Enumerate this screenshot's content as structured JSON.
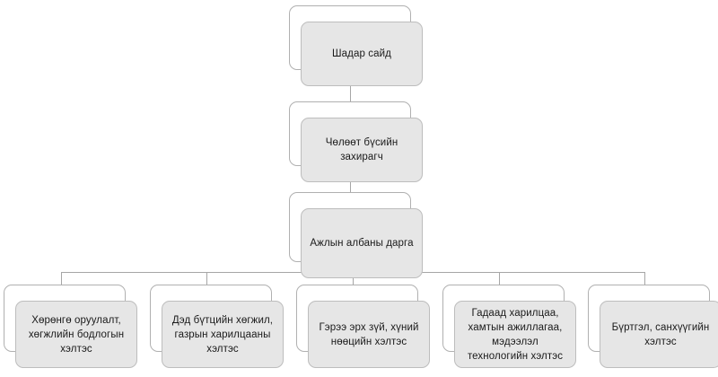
{
  "chart_title": "",
  "theme": {
    "background": "#ffffff",
    "box_fill": "#e6e6e6",
    "box_border": "#bdbdbd",
    "back_plate_fill": "#ffffff",
    "back_plate_border": "#b0b0b0",
    "connector_color": "#a6a6a6",
    "text_color": "#1a1a1a"
  },
  "org_chart": {
    "type": "hierarchy",
    "levels": [
      {
        "level": 1,
        "node_ids": [
          "n1"
        ]
      },
      {
        "level": 2,
        "node_ids": [
          "n2"
        ]
      },
      {
        "level": 3,
        "node_ids": [
          "n3"
        ]
      },
      {
        "level": 4,
        "node_ids": [
          "d1",
          "d2",
          "d3",
          "d4",
          "d5"
        ]
      }
    ],
    "nodes": {
      "n1": {
        "label": "Шадар сайд",
        "parent": null
      },
      "n2": {
        "label": "Чөлөөт бүсийн\nзахирагч",
        "parent": "n1"
      },
      "n3": {
        "label": "Ажлын албаны дарга",
        "parent": "n2"
      },
      "d1": {
        "label": "Хөрөнгө оруулалт,\nхөгжлийн бодлогын\nхэлтэс",
        "parent": "n3"
      },
      "d2": {
        "label": "Дэд бүтцийн хөгжил,\nгазрын харилцааны\nхэлтэс",
        "parent": "n3"
      },
      "d3": {
        "label": "Гэрээ эрх зүй, хүний\nнөөцийн хэлтэс",
        "parent": "n3"
      },
      "d4": {
        "label": "Гадаад харилцаа,\nхамтын ажиллагаа,\nмэдээлэл\nтехнологийн хэлтэс",
        "parent": "n3"
      },
      "d5": {
        "label": "Бүртгэл, санхүүгийн\nхэлтэс",
        "parent": "n3"
      }
    }
  }
}
